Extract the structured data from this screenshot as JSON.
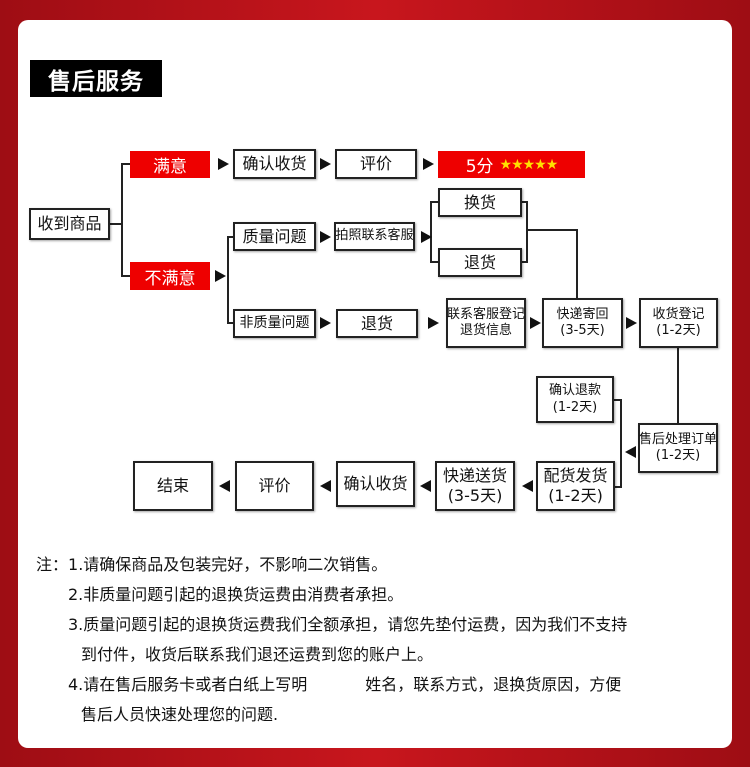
{
  "title": "售后服务",
  "nodes": {
    "receive": "收到商品",
    "satisfied": "满意",
    "unsatisfied": "不满意",
    "confirm1": "确认收货",
    "review1": "评价",
    "score": "5分",
    "stars": "★★★★★",
    "quality": "质量问题",
    "photo": "拍照联系客服",
    "exchange": "换货",
    "return1": "退货",
    "nonquality": "非质量问题",
    "return2": "退货",
    "register_a": "联系客服登记",
    "register_b": "退货信息",
    "ship_back_a": "快递寄回",
    "ship_back_b": "(3-5天)",
    "receipt_a": "收货登记",
    "receipt_b": "(1-2天)",
    "refund_a": "确认退款",
    "refund_b": "(1-2天)",
    "process_a": "售后处理订单",
    "process_b": "(1-2天)",
    "dispatch_a": "配货发货",
    "dispatch_b": "(1-2天)",
    "deliver_a": "快递送货",
    "deliver_b": "(3-5天)",
    "confirm2": "确认收货",
    "review2": "评价",
    "end": "结束"
  },
  "notes": {
    "prefix": "注：",
    "n1": "1.请确保商品及包装完好，不影响二次销售。",
    "n2": "2.非质量问题引起的退换货运费由消费者承担。",
    "n3a": "3.质量问题引起的退换货运费我们全额承担，请您先垫付运费，因为我们不支持",
    "n3b": "到付件，收货后联系我们退还运费到您的账户上。",
    "n4a1": "4.请在售后服务卡或者白纸上写明",
    "n4a2": "姓名，联系方式，退换货原因，方便",
    "n4b": "售后人员快速处理您的问题."
  },
  "colors": {
    "accent": "#ee0000",
    "star": "#ffe000",
    "background": "#c8161d"
  }
}
